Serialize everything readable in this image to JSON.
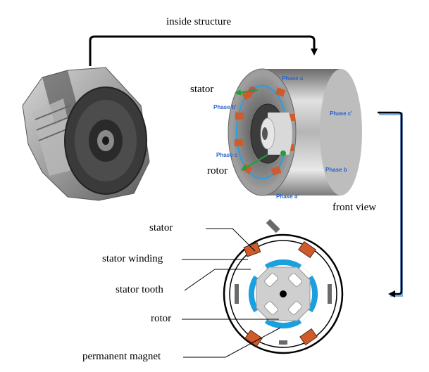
{
  "top_label": "inside structure",
  "side_label": "front view",
  "motor_3d": {
    "stator_label": "stator",
    "rotor_label": "rotor",
    "phases": [
      "Phase a",
      "Phase b'",
      "Phase c'",
      "Phase c",
      "Phase b",
      "Phase a'"
    ]
  },
  "front_view": {
    "labels": [
      "stator",
      "stator winding",
      "stator tooth",
      "rotor",
      "permanent magnet"
    ]
  },
  "colors": {
    "winding": "#cf5a2c",
    "magnet": "#1aa0e0",
    "phase_text": "#2a63c9",
    "arrow_green": "#21a03a",
    "arrow_black": "#000000",
    "arrow_blue": "#1f6fd0"
  }
}
